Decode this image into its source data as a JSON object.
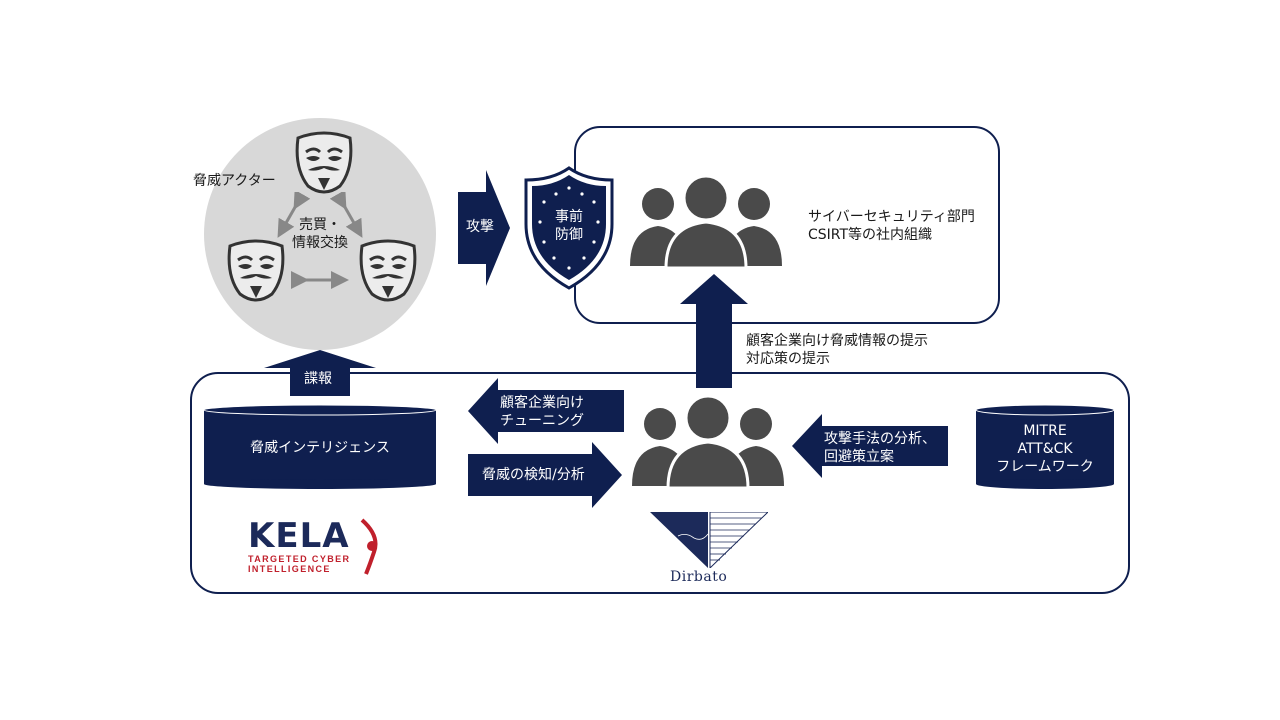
{
  "threat_actor_label": "脅威アクター",
  "trade_label": [
    "売買・",
    "情報交換"
  ],
  "attack_label": "攻撃",
  "shield_label": [
    "事前",
    "防御"
  ],
  "cyber_dept_label": [
    "サイバーセキュリティ部門",
    "CSIRT等の社内組織"
  ],
  "provision_label": [
    "顧客企業向け脅威情報の提示",
    "対応策の提示"
  ],
  "intel_gathering_label": "諜報",
  "threat_intel_label": "脅威インテリジェンス",
  "tuning_label": [
    "顧客企業向け",
    "チューニング"
  ],
  "detect_label": "脅威の検知/分析",
  "analysis_label": [
    "攻撃手法の分析、",
    "回避策立案"
  ],
  "mitre_label": [
    "MITRE",
    "ATT&CK",
    "フレームワーク"
  ],
  "kela_logo": {
    "main": "KELA",
    "sub1": "TARGETED CYBER",
    "sub2": "INTELLIGENCE"
  },
  "dirbato_logo": "Dirbato",
  "colors": {
    "navy": "#0f1f4f",
    "gray_circle": "#d8d8d8",
    "people": "#4a4a4a",
    "kela_red": "#c0202c"
  }
}
